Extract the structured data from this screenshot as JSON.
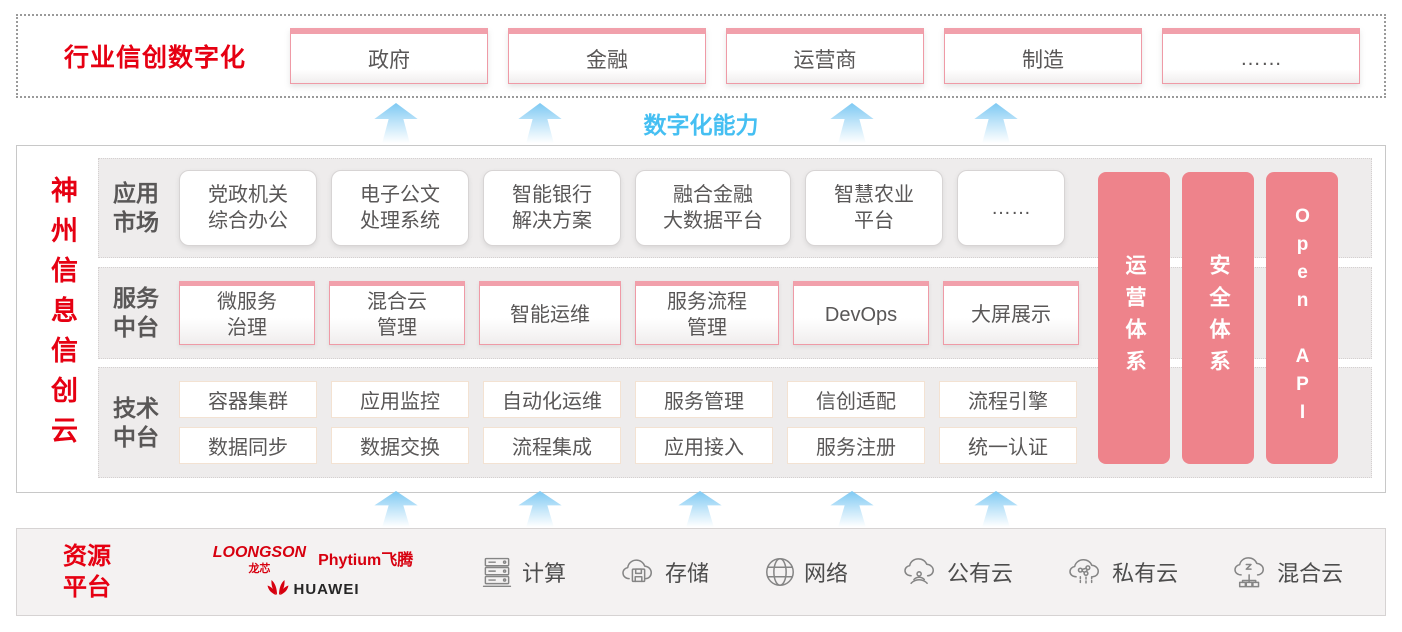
{
  "top_banner": {
    "title": "行业信创数字化",
    "industries": [
      "政府",
      "金融",
      "运营商",
      "制造",
      "……"
    ]
  },
  "capability_label": "数字化能力",
  "platform": {
    "title": "神州信息信创云",
    "rows": [
      {
        "label": "应用\n市场",
        "items": [
          "党政机关\n综合办公",
          "电子公文\n处理系统",
          "智能银行\n解决方案",
          "融合金融\n大数据平台",
          "智慧农业\n平台",
          "……"
        ]
      },
      {
        "label": "服务\n中台",
        "items": [
          "微服务\n治理",
          "混合云\n管理",
          "智能运维",
          "服务流程\n管理",
          "DevOps",
          "大屏展示"
        ]
      },
      {
        "label": "技术\n中台",
        "items_row1": [
          "容器集群",
          "应用监控",
          "自动化运维",
          "服务管理",
          "信创适配",
          "流程引擎"
        ],
        "items_row2": [
          "数据同步",
          "数据交换",
          "流程集成",
          "应用接入",
          "服务注册",
          "统一认证"
        ]
      }
    ],
    "pillars": [
      "运营体系",
      "安全体系",
      "Open API"
    ]
  },
  "resources": {
    "title": "资源\n平台",
    "vendors": {
      "loongson": "LOONGSON",
      "loongson_cn": "龙芯",
      "phytium": "Phytium飞腾",
      "huawei": "HUAWEI"
    },
    "items": [
      {
        "icon": "server-icon",
        "label": "计算"
      },
      {
        "icon": "storage-cloud-icon",
        "label": "存储"
      },
      {
        "icon": "network-globe-icon",
        "label": "网络"
      },
      {
        "icon": "public-cloud-icon",
        "label": "公有云"
      },
      {
        "icon": "private-cloud-icon",
        "label": "私有云"
      },
      {
        "icon": "hybrid-cloud-icon",
        "label": "混合云"
      }
    ]
  },
  "colors": {
    "accent_red": "#e60012",
    "pillar_pink": "#ee838b",
    "box_border_pink": "#ef9aa6",
    "capability_blue": "#45bff2",
    "text_gray": "#595757"
  }
}
